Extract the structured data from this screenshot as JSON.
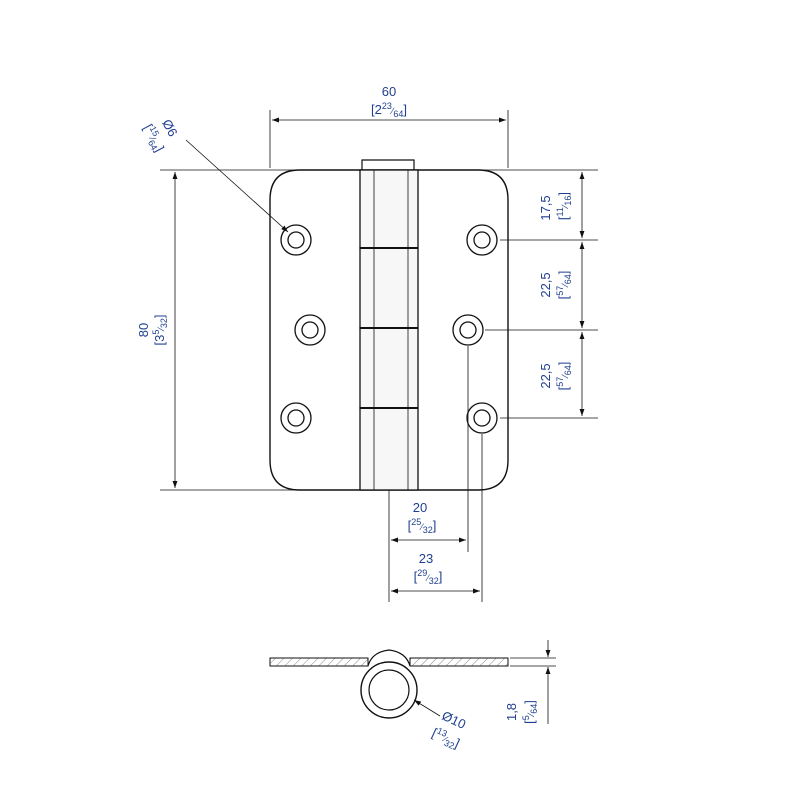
{
  "colors": {
    "dimension_text": "#1f3f8f",
    "line": "#111111",
    "knuckle_fill": "#f2f2f2",
    "hatch": "#888888"
  },
  "dimensions": {
    "width": {
      "value": "60",
      "imperial_whole": "2",
      "imperial_num": "23",
      "imperial_den": "64"
    },
    "height": {
      "value": "80",
      "imperial_whole": "3",
      "imperial_num": "5",
      "imperial_den": "32"
    },
    "hole_diameter": {
      "value": "Ø6",
      "imperial_num": "15",
      "imperial_den": "64"
    },
    "top_hole_offset": {
      "value": "17,5",
      "imperial_num": "11",
      "imperial_den": "16"
    },
    "hole_pitch_1": {
      "value": "22,5",
      "imperial_num": "57",
      "imperial_den": "64"
    },
    "hole_pitch_2": {
      "value": "22,5",
      "imperial_num": "57",
      "imperial_den": "64"
    },
    "center_to_middle_hole": {
      "value": "20",
      "imperial_num": "25",
      "imperial_den": "32"
    },
    "center_to_outer_hole": {
      "value": "23",
      "imperial_num": "29",
      "imperial_den": "32"
    },
    "knuckle_diameter": {
      "value": "Ø10",
      "imperial_num": "13",
      "imperial_den": "32"
    },
    "leaf_thickness": {
      "value": "1,8",
      "imperial_num": "5",
      "imperial_den": "64"
    }
  }
}
